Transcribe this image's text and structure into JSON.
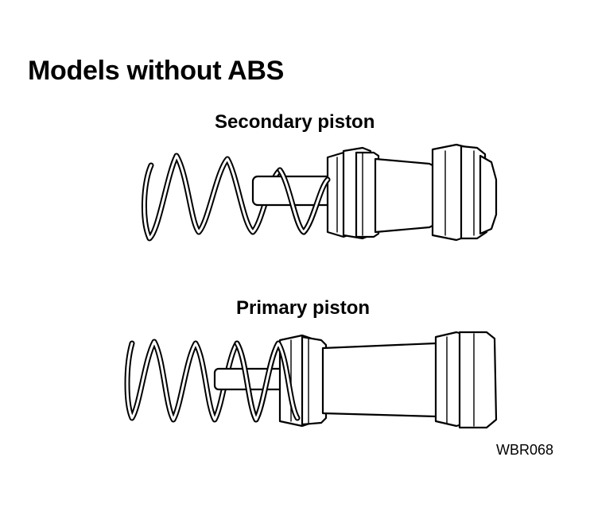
{
  "title": "Models without ABS",
  "labels": {
    "secondary": "Secondary piston",
    "primary": "Primary piston"
  },
  "figure_code": "WBR068"
}
